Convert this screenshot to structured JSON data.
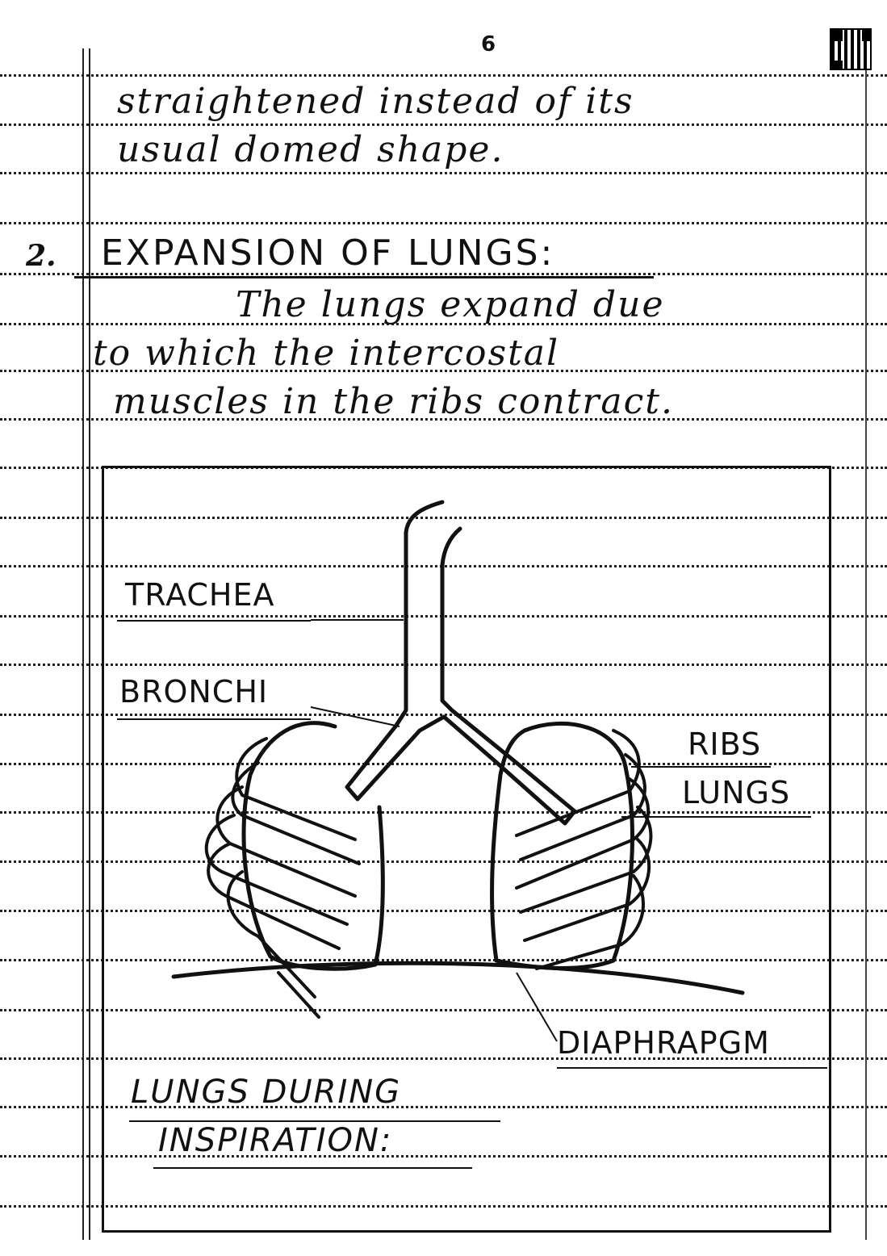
{
  "page_number": "6",
  "paragraph_1": {
    "line_1": "straightened instead of its",
    "line_2": "usual domed shape."
  },
  "section_2": {
    "number": "2.",
    "heading": "EXPANSION OF LUNGS:",
    "line_1": "The lungs expand due",
    "line_2": "to which the intercostal",
    "line_3": "muscles in the ribs contract."
  },
  "figure": {
    "labels": {
      "trachea": "TRACHEA",
      "bronchi": "BRONCHI",
      "ribs": "RIBS",
      "lungs": "LUNGS",
      "diaphragm": "DIAPHRAPGM"
    },
    "caption_line_1": "LUNGS DURING",
    "caption_line_2": "INSPIRATION:"
  }
}
